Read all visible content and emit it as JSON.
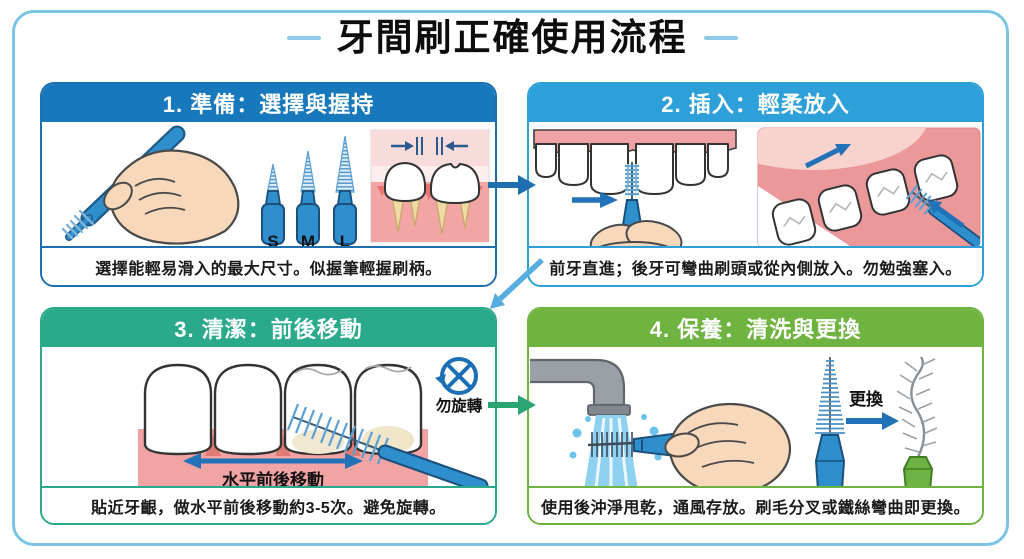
{
  "title": "牙間刷正確使用流程",
  "panels": [
    {
      "step": "1",
      "header": "1. 準備：選擇與握持",
      "caption": "選擇能輕易滑入的最大尺寸。似握筆輕握刷柄。",
      "header_color": "#1878bc",
      "border_color": "#1d6fb2",
      "sizes": [
        "S",
        "M",
        "L"
      ]
    },
    {
      "step": "2",
      "header": "2. 插入：輕柔放入",
      "caption": "前牙直進；後牙可彎曲刷頭或從內側放入。勿勉強塞入。",
      "header_color": "#2da0d9",
      "border_color": "#2da0d9"
    },
    {
      "step": "3",
      "header": "3. 清潔：前後移動",
      "caption": "貼近牙齦，做水平前後移動約3-5次。避免旋轉。",
      "header_color": "#2ba98b",
      "border_color": "#2ba98b",
      "motion_label": "水平前後移動",
      "no_rotate_label": "勿旋轉"
    },
    {
      "step": "4",
      "header": "4. 保養：清洗與更換",
      "caption": "使用後沖淨甩乾，通風存放。刷毛分叉或鐵絲彎曲即更換。",
      "header_color": "#6fb440",
      "border_color": "#6fb440",
      "replace_label": "更換"
    }
  ],
  "colors": {
    "frame_border": "#7cc4e4",
    "title_dash": "#8fcbe8",
    "arrow_step1_2": "#1e6fad",
    "arrow_step2_3": "#56aede",
    "arrow_step3_4": "#2aa473",
    "brush_blue": "#2f8fcc",
    "brush_green": "#6cb344",
    "bristle_blue": "#5b9fd4",
    "gum_pink": "#f2a3a3",
    "skin": "#f7d8ba",
    "water_blue": "#8ed1f0",
    "faucet_gray": "#9aa0a5",
    "text_dark": "#1a1a1a"
  }
}
